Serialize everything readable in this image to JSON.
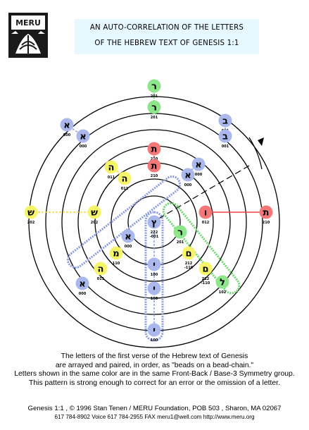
{
  "logo": {
    "text": "MERU"
  },
  "title": {
    "line1": "AN AUTO-CORRELATION OF THE LETTERS",
    "line2": "OF THE HEBREW TEXT OF GENESIS 1:1"
  },
  "colors": {
    "green": "#8ee68a",
    "blue": "#aab8ee",
    "yellow": "#f6f56a",
    "red": "#f47878"
  },
  "beads": [
    {
      "id": "resh-outer",
      "letter": "ר",
      "number": "201",
      "color": "green"
    },
    {
      "id": "resh-inner",
      "letter": "ר",
      "number": "201",
      "color": "green"
    },
    {
      "id": "bet-outer",
      "letter": "ב",
      "number": "001",
      "color": "blue"
    },
    {
      "id": "bet-inner",
      "letter": "ב",
      "number": "001",
      "color": "blue"
    },
    {
      "id": "alef-outer",
      "letter": "א",
      "number": "000",
      "color": "blue"
    },
    {
      "id": "alef-inner",
      "letter": "א",
      "number": "000",
      "color": "blue"
    },
    {
      "id": "tav-upper",
      "letter": "ת",
      "number": "210",
      "color": "red"
    },
    {
      "id": "tav-lower",
      "letter": "ת",
      "number": "210",
      "color": "red"
    },
    {
      "id": "alef-right",
      "letter": "א",
      "number": "000",
      "color": "blue"
    },
    {
      "id": "alef-right-2",
      "letter": "א",
      "number": "000",
      "color": "blue"
    },
    {
      "id": "he-left",
      "letter": "ה",
      "number": "011",
      "color": "yellow"
    },
    {
      "id": "he-left-2",
      "letter": "ה",
      "number": "011",
      "color": "yellow"
    },
    {
      "id": "shin-left",
      "letter": "ש",
      "number": "202",
      "color": "yellow"
    },
    {
      "id": "shin-right",
      "letter": "ש",
      "number": "202",
      "color": "yellow"
    },
    {
      "id": "vav-right",
      "letter": "ו",
      "number": "012",
      "color": "red"
    },
    {
      "id": "tav-right",
      "letter": "ת",
      "number": "210",
      "color": "red"
    },
    {
      "id": "tsadi-center",
      "letter": "ץ",
      "number": "222 -001",
      "color": "blue"
    },
    {
      "id": "alef-center",
      "letter": "א",
      "number": "000",
      "color": "blue"
    },
    {
      "id": "resh-center",
      "letter": "ר",
      "number": "201",
      "color": "green"
    },
    {
      "id": "mem-left",
      "letter": "מ",
      "number": "110",
      "color": "yellow"
    },
    {
      "id": "mem-final",
      "letter": "ם",
      "number": "212 -110",
      "color": "yellow"
    },
    {
      "id": "samekh-right",
      "letter": "ם",
      "number": "212 -110",
      "color": "yellow"
    },
    {
      "id": "he-bottom",
      "letter": "ה",
      "number": "011",
      "color": "yellow"
    },
    {
      "id": "yod-1",
      "letter": "י",
      "number": "100",
      "color": "blue"
    },
    {
      "id": "alef-bottom",
      "letter": "א",
      "number": "000",
      "color": "blue"
    },
    {
      "id": "yod-2",
      "letter": "י",
      "number": "100",
      "color": "blue"
    },
    {
      "id": "lamed-bottom",
      "letter": "ל",
      "number": "102",
      "color": "green"
    },
    {
      "id": "yod-3",
      "letter": "י",
      "number": "100",
      "color": "blue"
    }
  ],
  "caption": [
    "The letters of the first verse of the Hebrew text of Genesis",
    "are arrayed and paired, in order, as \"beads on a bead-chain.\"",
    "Letters shown in the same color are in the same Front-Back / Base-3 Symmetry group.",
    "This pattern is strong enough to correct for an error or the omission of a letter."
  ],
  "footer": {
    "line1": "Genesis 1:1 , © 1996 Stan Tenen / MERU Foundation, POB 503 , Sharon, MA 02067",
    "line2": "617 784-8902 Voice  617 784-2955 FAX   meru1@well.com   http://www.meru.org"
  }
}
